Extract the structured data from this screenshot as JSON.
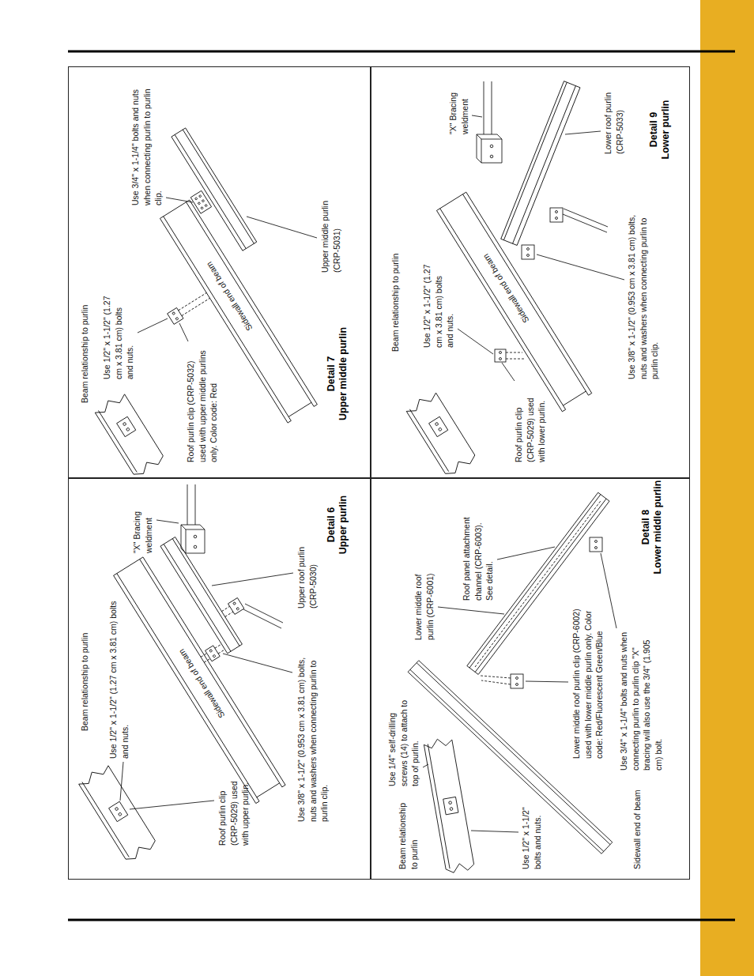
{
  "diagram": {
    "nodes": [
      {
        "text": [
          "Detail 6",
          "Upper purlin"
        ]
      },
      {
        "text": [
          "Detail 7",
          "Upper middle purlin"
        ]
      },
      {
        "text": [
          "Detail 8",
          "Lower middle purlin"
        ]
      },
      {
        "text": [
          "Detail 9",
          "Lower purlin"
        ]
      }
    ],
    "labels": [
      "Beam relationship to purlin",
      "Use 1/2\" x 1-1/2\" (1.27 cm x 3.81 cm) bolts and nuts.",
      "Roof purlin clip (CRP-5029) used with upper purlin.",
      "Use 3/8\" x 1-1/2\" (0.953 cm x 3.81 cm) bolts, nuts and washers when connecting purlin to purlin clip.",
      "\"X\" Bracing weldment",
      "Upper roof purlin (CRP-5030)",
      "Sidewall end of beam",
      "Beam relationship to purlin",
      "Use 1/2\" x 1-1/2\" (1.27 cm x 3.81 cm) bolts and nuts.",
      "Roof purlin clip (CRP-5032) used with upper middle purlins only. Color code: Red",
      "Use 3/4\" x 1-1/4\" bolts and nuts when connecting purlin to purlin clip.",
      "Upper middle purlin (CRP-5031)",
      "Sidewall end of beam",
      "Beam relationship to purlin",
      "Use 1/4\" self-drilling screws (14) to attach to top of purlin.",
      "Lower middle roof purlin (CRP-6001)",
      "Roof panel attachment channel (CRP-6003). See detail.",
      "Use 1/2\" x 1-1/2\" bolts and nuts.",
      "Lower middle roof purlin clip (CRP-6002) used with lower middle purlin only. Color code: Red/Fluorescent Green/Blue",
      "Use 3/4\" x 1-1/4\" bolts and nuts when connecting purlin to purlin clip \"X\" bracing will also use the 3/4\" (1.905 cm) bolt.",
      "Sidewall end of beam",
      "Beam relationship to purlin",
      "Use 1/2\" x 1-1/2\" (1.27 cm x 3.81 cm) bolts and nuts.",
      "Roof purlin clip (CRP-5029) used with lower purlin.",
      "Use 3/8\" x 1-1/2\" (0.953 cm x 3.81 cm) bolts, nuts and washers when connecting purlin to purlin clip.",
      "\"X\" Bracing weldment",
      "Lower roof purlin (CRP-5033)",
      "Sidewall end of beam"
    ]
  }
}
